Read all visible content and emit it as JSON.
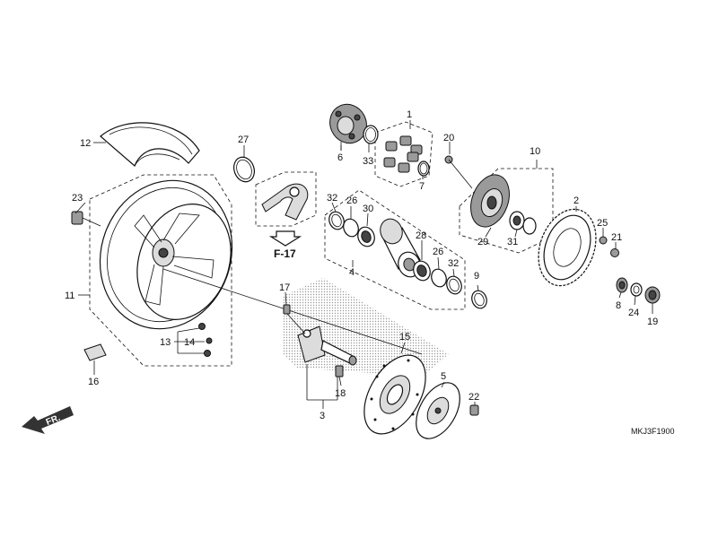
{
  "diagram": {
    "drawing_code": "MKJ3F1900",
    "front_indicator": "FR.",
    "section_reference": "F-17"
  },
  "callouts": [
    {
      "id": "1",
      "label": "1"
    },
    {
      "id": "2",
      "label": "2"
    },
    {
      "id": "3",
      "label": "3"
    },
    {
      "id": "4",
      "label": "4"
    },
    {
      "id": "5",
      "label": "5"
    },
    {
      "id": "6",
      "label": "6"
    },
    {
      "id": "7",
      "label": "7"
    },
    {
      "id": "8",
      "label": "8"
    },
    {
      "id": "9",
      "label": "9"
    },
    {
      "id": "10",
      "label": "10"
    },
    {
      "id": "11",
      "label": "11"
    },
    {
      "id": "12",
      "label": "12"
    },
    {
      "id": "13",
      "label": "13"
    },
    {
      "id": "14",
      "label": "14"
    },
    {
      "id": "15",
      "label": "15"
    },
    {
      "id": "16",
      "label": "16"
    },
    {
      "id": "17",
      "label": "17"
    },
    {
      "id": "18",
      "label": "18"
    },
    {
      "id": "19",
      "label": "19"
    },
    {
      "id": "20",
      "label": "20"
    },
    {
      "id": "21",
      "label": "21"
    },
    {
      "id": "22",
      "label": "22"
    },
    {
      "id": "23",
      "label": "23"
    },
    {
      "id": "24",
      "label": "24"
    },
    {
      "id": "25",
      "label": "25"
    },
    {
      "id": "26a",
      "label": "26"
    },
    {
      "id": "26b",
      "label": "26"
    },
    {
      "id": "27",
      "label": "27"
    },
    {
      "id": "28",
      "label": "28"
    },
    {
      "id": "29",
      "label": "29"
    },
    {
      "id": "30",
      "label": "30"
    },
    {
      "id": "31",
      "label": "31"
    },
    {
      "id": "32a",
      "label": "32"
    },
    {
      "id": "32b",
      "label": "32"
    },
    {
      "id": "33",
      "label": "33"
    }
  ]
}
